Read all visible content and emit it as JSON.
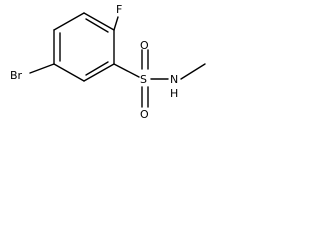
{
  "molecule": {
    "atoms": {
      "fluorine": "F",
      "bromine": "Br",
      "sulfur": "S",
      "oxygen_top": "O",
      "oxygen_bottom": "O",
      "nitrogen": "N",
      "hydrogen": "H"
    }
  }
}
